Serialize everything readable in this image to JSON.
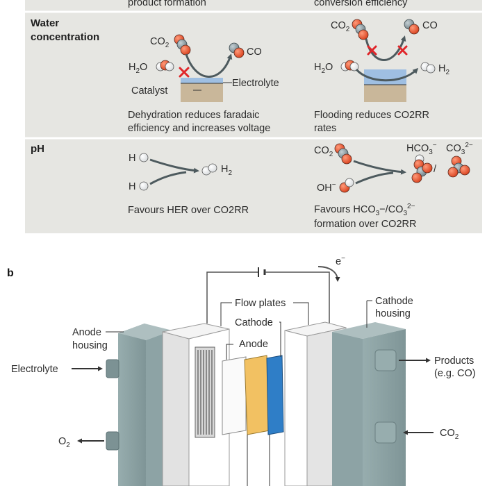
{
  "panel_a": {
    "top_captions": {
      "left": "product formation",
      "right": "conversion efficiency"
    },
    "water_row": {
      "label_line1": "Water",
      "label_line2": "concentration",
      "left": {
        "co2": "CO",
        "co2_sub": "2",
        "h2o": "H",
        "h2o_sub": "2",
        "h2o_tail": "O",
        "co": "CO",
        "electrolyte": "Electrolyte",
        "catalyst": "Catalyst",
        "caption_line1": "Dehydration reduces faradaic",
        "caption_line2": "efficiency and increases voltage"
      },
      "right": {
        "co2": "CO",
        "co2_sub": "2",
        "co": "CO",
        "h2o": "H",
        "h2o_sub": "2",
        "h2o_tail": "O",
        "h2": "H",
        "h2_sub": "2",
        "caption_line1": "Flooding reduces CO2RR",
        "caption_line2": "rates"
      }
    },
    "ph_row": {
      "label": "pH",
      "left": {
        "h_top": "H",
        "h_bottom": "H",
        "h2": "H",
        "h2_sub": "2",
        "caption": "Favours HER over CO2RR"
      },
      "right": {
        "co2": "CO",
        "co2_sub": "2",
        "oh": "OH",
        "oh_sup": "−",
        "hco3": "HCO",
        "hco3_sub": "3",
        "hco3_sup": "−",
        "co3": "CO",
        "co3_sub": "3",
        "co3_sup": "2−",
        "slash": "/",
        "caption1_a": "Favours HCO",
        "caption1_sub": "3",
        "caption1_b": "−/CO",
        "caption1_sub2": "3",
        "caption1_sup2": "2−",
        "caption_line2": "formation over CO2RR"
      }
    }
  },
  "panel_b": {
    "letter": "b",
    "electron": "e",
    "electron_sup": "−",
    "flow_plates": "Flow plates",
    "cathode": "Cathode",
    "anode": "Anode",
    "anode_housing_line1": "Anode",
    "anode_housing_line2": "housing",
    "cathode_housing_line1": "Cathode",
    "cathode_housing_line2": "housing",
    "electrolyte": "Electrolyte",
    "products_line1": "Products",
    "products_line2": "(e.g. CO)",
    "o2": "O",
    "o2_sub": "2",
    "co2": "CO",
    "co2_sub": "2"
  },
  "colors": {
    "panel_bg": "#e6e6e2",
    "oxygen": "#e0502c",
    "carbon": "#8b9aa1",
    "hydrogen": "#ffffff",
    "cross": "#e0262a",
    "electrolyte_layer": "#9fbfe2",
    "catalyst_layer": "#c9b79a",
    "housing": "#8da3a5",
    "anode_membrane": "#f2c162",
    "cathode_membrane": "#2f7ec7"
  }
}
